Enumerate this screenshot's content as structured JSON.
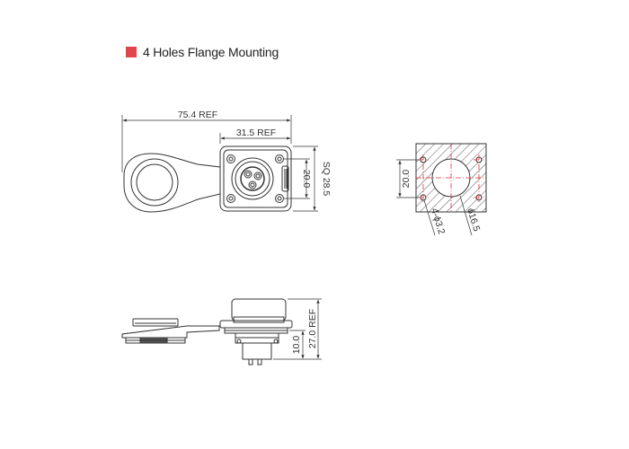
{
  "title": "4 Holes Flange Mounting",
  "colors": {
    "accent": "#e0474c",
    "line": "#333333",
    "centerline": "#e03030"
  },
  "front_view": {
    "overall_length": "75.4 REF",
    "flange_width": "31.5 REF",
    "hole_spacing": "20.0",
    "flange_square": "SQ 28.5"
  },
  "panel_cutout": {
    "hole_spacing": "20.0",
    "hole_callout": "4-ϕ3.2",
    "center_bore": "ϕ16.5"
  },
  "side_view": {
    "overall_height": "27.0 REF",
    "lower_height": "10.0"
  }
}
